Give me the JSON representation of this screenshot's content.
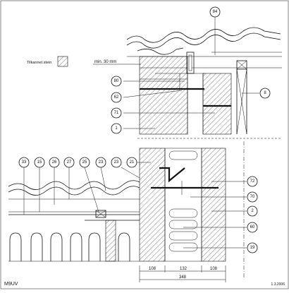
{
  "legend": {
    "label": "Tilkannet stein"
  },
  "note": {
    "text": "min. 30 mm"
  },
  "callouts": {
    "c84": "84",
    "c80": "80",
    "c62": "62",
    "c71": "71",
    "c1": "1",
    "c8": "8",
    "c33": "33",
    "c15": "15",
    "c26": "26",
    "c27": "27",
    "c25": "25",
    "c23": "23",
    "c21": "21",
    "c72": "72",
    "c70": "70",
    "c2": "2",
    "c60": "60",
    "c19": "19"
  },
  "dimensions": {
    "d1": "108",
    "d2": "132",
    "d3": "108",
    "total": "348"
  },
  "footer": {
    "code": "M9UV",
    "date": "1.3.2006"
  }
}
